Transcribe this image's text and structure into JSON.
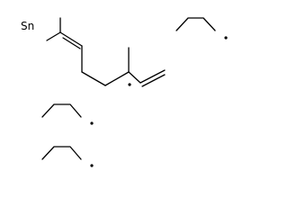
{
  "molecule": {
    "metal_label": "Sn",
    "fragments": [
      {
        "id": "butyl-top-right",
        "kind": "butyl",
        "radical": true
      },
      {
        "id": "geranyl-like-chain",
        "kind": "dimethyl-octadienyl",
        "radical": true
      },
      {
        "id": "butyl-middle",
        "kind": "butyl",
        "radical": true
      },
      {
        "id": "butyl-bottom",
        "kind": "butyl",
        "radical": true
      }
    ]
  }
}
